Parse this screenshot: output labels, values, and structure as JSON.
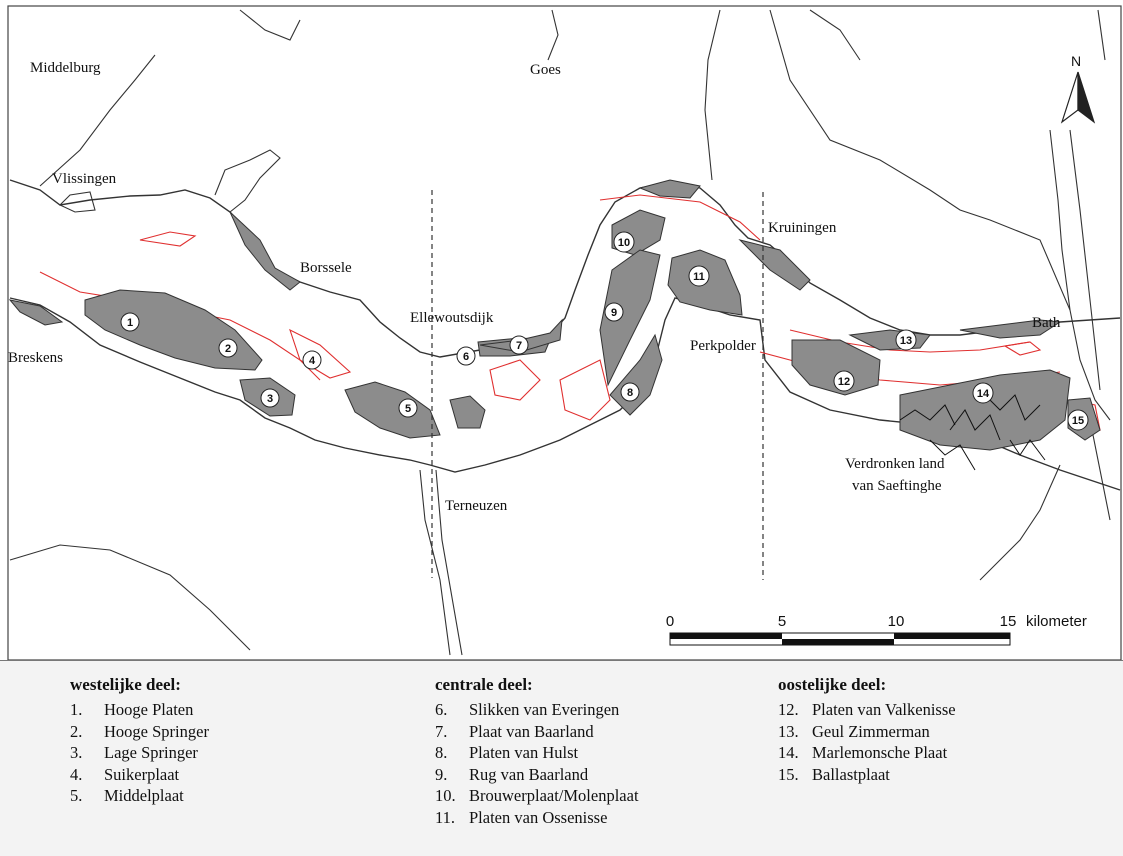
{
  "places": {
    "middelburg": "Middelburg",
    "goes": "Goes",
    "vlissingen": "Vlissingen",
    "borssele": "Borssele",
    "breskens": "Breskens",
    "ellewoutsdijk": "Ellewoutsdijk",
    "kruiningen": "Kruiningen",
    "perkpolder": "Perkpolder",
    "bath": "Bath",
    "terneuzen": "Terneuzen",
    "saeftinghe_line1": "Verdronken land",
    "saeftinghe_line2": "van Saeftinghe"
  },
  "north": "N",
  "scale": {
    "ticks": [
      "0",
      "5",
      "10",
      "15"
    ],
    "unit": "kilometer"
  },
  "badges": [
    "1",
    "2",
    "3",
    "4",
    "5",
    "6",
    "7",
    "8",
    "9",
    "10",
    "11",
    "12",
    "13",
    "14",
    "15"
  ],
  "colors": {
    "shoal": "#8c8c8c",
    "outline_red": "#e03030",
    "land_line": "#333333",
    "legend_bg": "#f3f3f3"
  },
  "legend": {
    "west": {
      "title": "westelijke deel:",
      "items": [
        {
          "num": "1.",
          "label": "Hooge Platen"
        },
        {
          "num": "2.",
          "label": "Hooge Springer"
        },
        {
          "num": "3.",
          "label": "Lage Springer"
        },
        {
          "num": "4.",
          "label": "Suikerplaat"
        },
        {
          "num": "5.",
          "label": "Middelplaat"
        }
      ]
    },
    "central": {
      "title": "centrale deel:",
      "items": [
        {
          "num": "6.",
          "label": "Slikken van Everingen"
        },
        {
          "num": "7.",
          "label": "Plaat van Baarland"
        },
        {
          "num": "8.",
          "label": "Platen van Hulst"
        },
        {
          "num": "9.",
          "label": "Rug van Baarland"
        },
        {
          "num": "10.",
          "label": "Brouwerplaat/Molenplaat"
        },
        {
          "num": "11.",
          "label": "Platen van Ossenisse"
        }
      ]
    },
    "east": {
      "title": "oostelijke deel:",
      "items": [
        {
          "num": "12.",
          "label": "Platen van Valkenisse"
        },
        {
          "num": "13.",
          "label": "Geul Zimmerman"
        },
        {
          "num": "14.",
          "label": "Marlemonsche Plaat"
        },
        {
          "num": "15.",
          "label": "Ballastplaat"
        }
      ]
    }
  }
}
